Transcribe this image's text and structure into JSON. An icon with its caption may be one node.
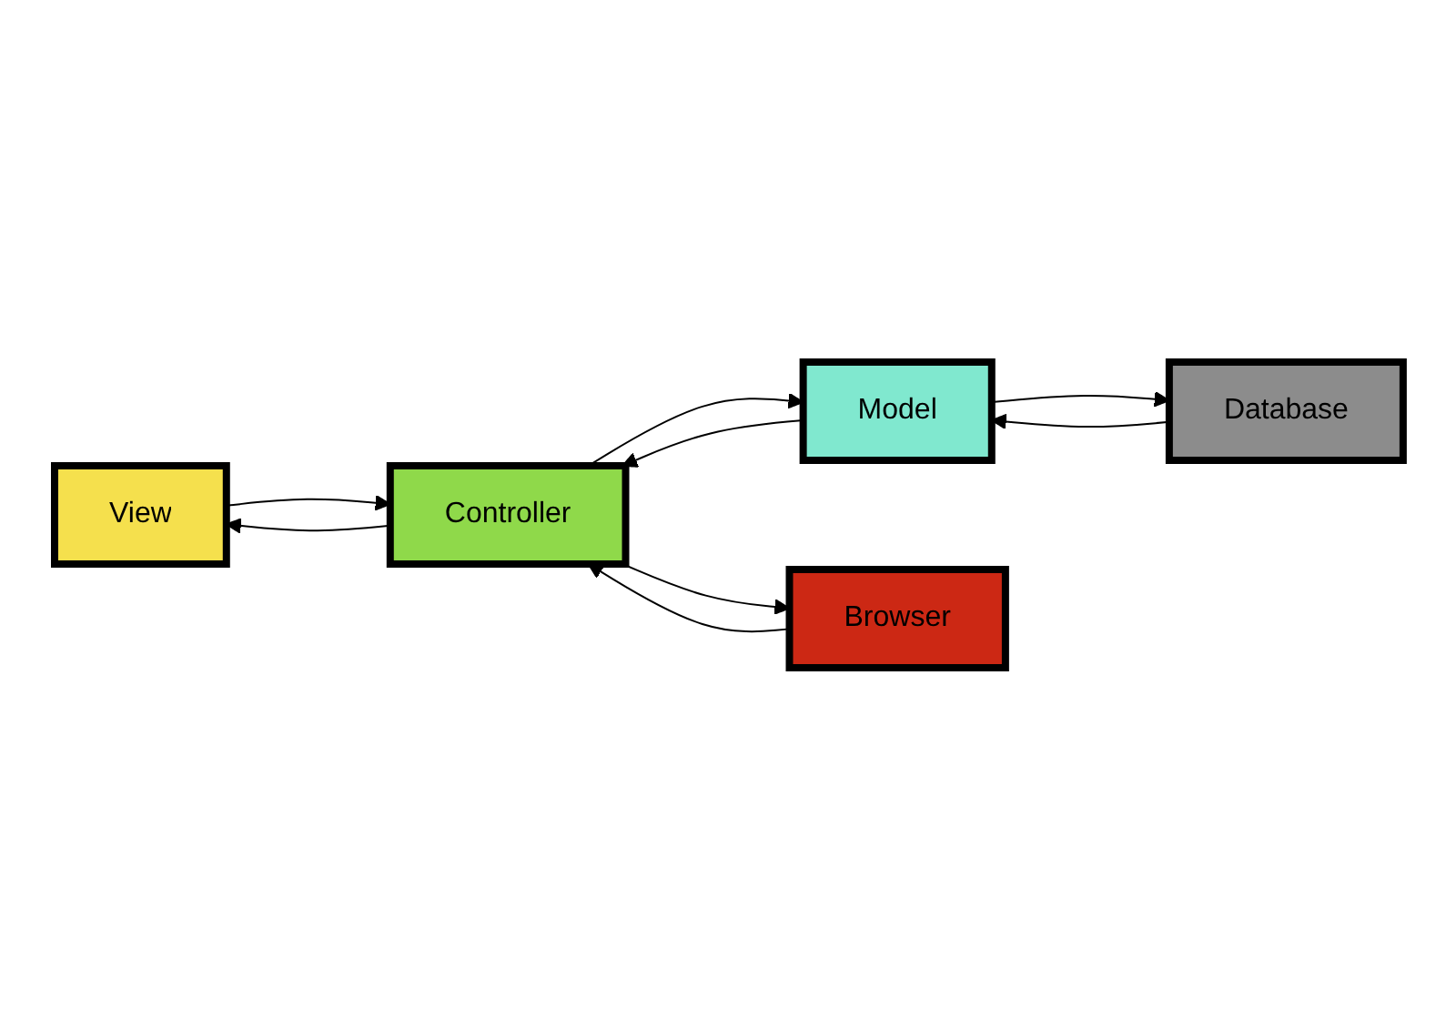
{
  "diagram": {
    "nodes": [
      {
        "text": [
          "View"
        ]
      },
      {
        "text": [
          "Database"
        ]
      },
      {
        "text": [
          "Controller"
        ]
      },
      {
        "text": [
          "Model"
        ]
      },
      {
        "text": [
          "Browser"
        ]
      }
    ],
    "edges": [
      {
        "from": 0,
        "to": 2,
        "arrow": "to"
      },
      {
        "from": 2,
        "to": 0,
        "arrow": "to"
      },
      {
        "from": 2,
        "to": 3,
        "arrow": "to"
      },
      {
        "from": 3,
        "to": 2,
        "arrow": "to"
      },
      {
        "from": 3,
        "to": 1,
        "arrow": "to"
      },
      {
        "from": 1,
        "to": 3,
        "arrow": "to"
      },
      {
        "from": 4,
        "to": 2,
        "arrow": "to"
      },
      {
        "from": 2,
        "to": 4,
        "arrow": "to"
      }
    ]
  }
}
